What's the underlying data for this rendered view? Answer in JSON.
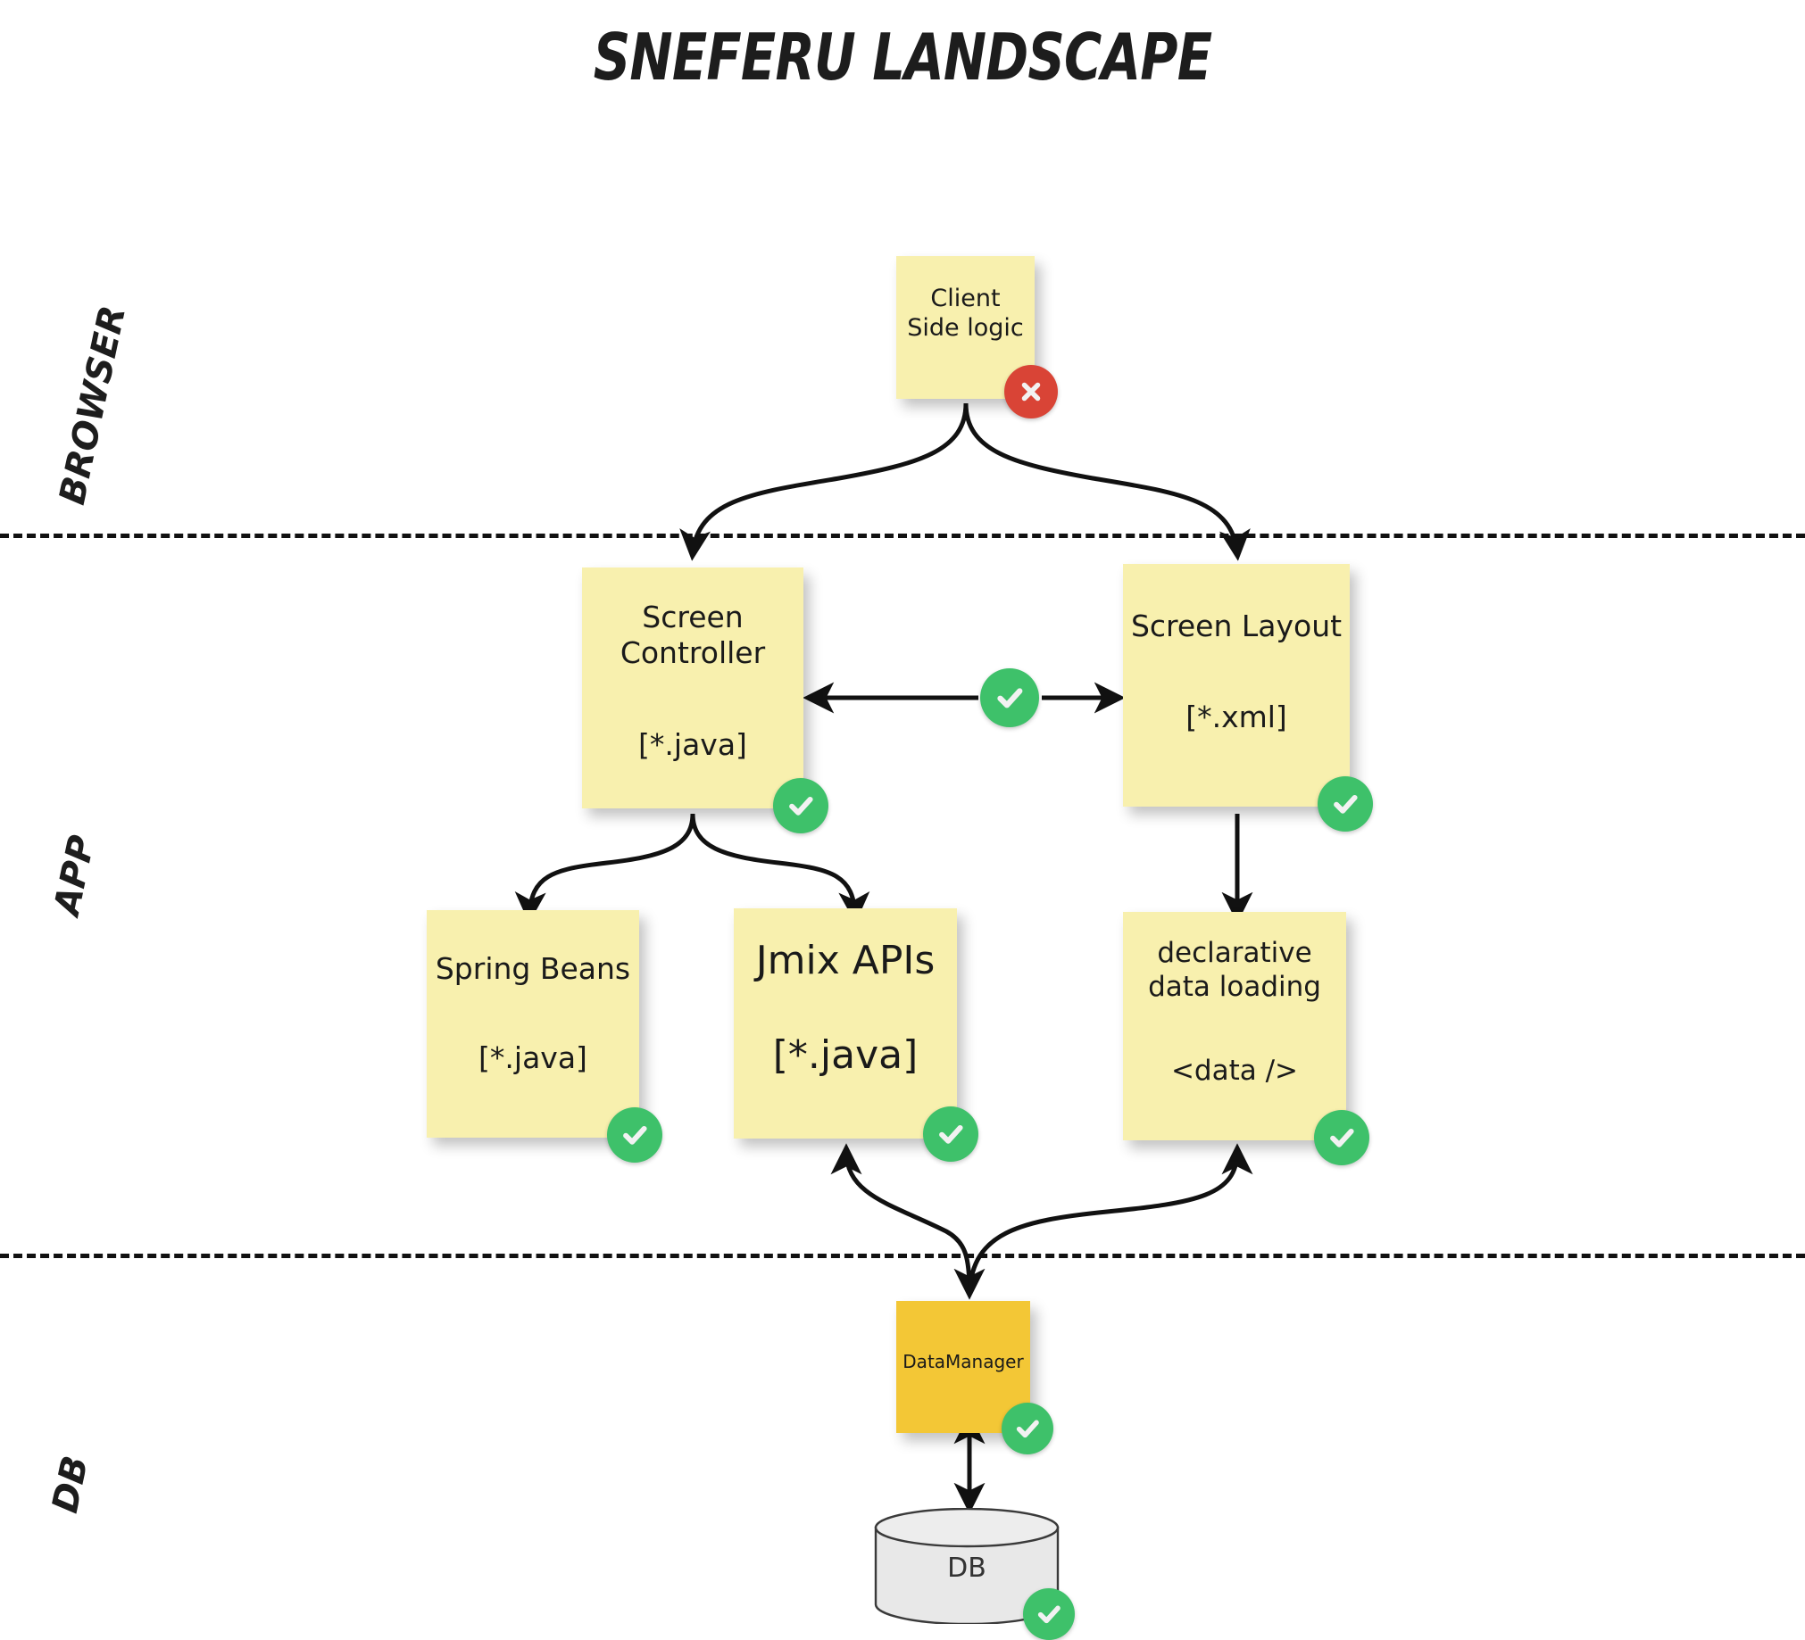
{
  "title": "SNEFERU LANDSCAPE",
  "lanes": [
    {
      "id": "browser",
      "label": "BROWSER"
    },
    {
      "id": "app",
      "label": "APP"
    },
    {
      "id": "db",
      "label": "DB"
    }
  ],
  "colors": {
    "sticky_yellow": "#f8f0ae",
    "sticky_gold": "#f3c736",
    "badge_ok": "#3ec16a",
    "badge_bad": "#d94436",
    "ink": "#111111",
    "cylinder_fill": "#e8e8e8"
  },
  "notes": [
    {
      "id": "client-side-logic",
      "lines": [
        "Client",
        "Side logic"
      ],
      "detail": "",
      "badge": "cross",
      "badge_name": "red-cross-badge-icon"
    },
    {
      "id": "screen-controller",
      "lines": [
        "Screen",
        "Controller"
      ],
      "detail": "[*.java]",
      "badge": "check",
      "badge_name": "green-check-badge-icon"
    },
    {
      "id": "screen-layout",
      "lines": [
        "Screen Layout"
      ],
      "detail": "[*.xml]",
      "badge": "check",
      "badge_name": "green-check-badge-icon"
    },
    {
      "id": "spring-beans",
      "lines": [
        "Spring Beans"
      ],
      "detail": "[*.java]",
      "badge": "check",
      "badge_name": "green-check-badge-icon"
    },
    {
      "id": "jmix-apis",
      "lines": [
        "Jmix APIs"
      ],
      "detail": "[*.java]",
      "badge": "check",
      "badge_name": "green-check-badge-icon"
    },
    {
      "id": "declarative-data-loading",
      "lines": [
        "declarative",
        "data loading"
      ],
      "detail": "<data />",
      "badge": "check",
      "badge_name": "green-check-badge-icon"
    },
    {
      "id": "datamanager",
      "lines": [
        "DataManager"
      ],
      "detail": "",
      "badge": "check",
      "badge_name": "green-check-badge-icon"
    }
  ],
  "database": {
    "id": "db-store",
    "label": "DB",
    "badge": "check",
    "badge_name": "green-check-badge-icon"
  },
  "connectors": [
    {
      "id": "client-to-screen-controller",
      "kind": "curved-branch",
      "direction": "down"
    },
    {
      "id": "client-to-screen-layout",
      "kind": "curved-branch",
      "direction": "down"
    },
    {
      "id": "controller-layout-link",
      "kind": "straight",
      "direction": "bidirectional",
      "badge": "check",
      "badge_name": "green-check-badge-icon"
    },
    {
      "id": "controller-to-spring-beans",
      "kind": "curved-branch",
      "direction": "down"
    },
    {
      "id": "controller-to-jmix-apis",
      "kind": "curved-branch",
      "direction": "down"
    },
    {
      "id": "layout-to-data-loading",
      "kind": "straight",
      "direction": "down"
    },
    {
      "id": "jmix-apis-to-datamanager",
      "kind": "curved-branch",
      "direction": "bidirectional"
    },
    {
      "id": "data-loading-to-datamanager",
      "kind": "curved-branch",
      "direction": "bidirectional"
    },
    {
      "id": "datamanager-to-db",
      "kind": "straight",
      "direction": "bidirectional"
    }
  ]
}
